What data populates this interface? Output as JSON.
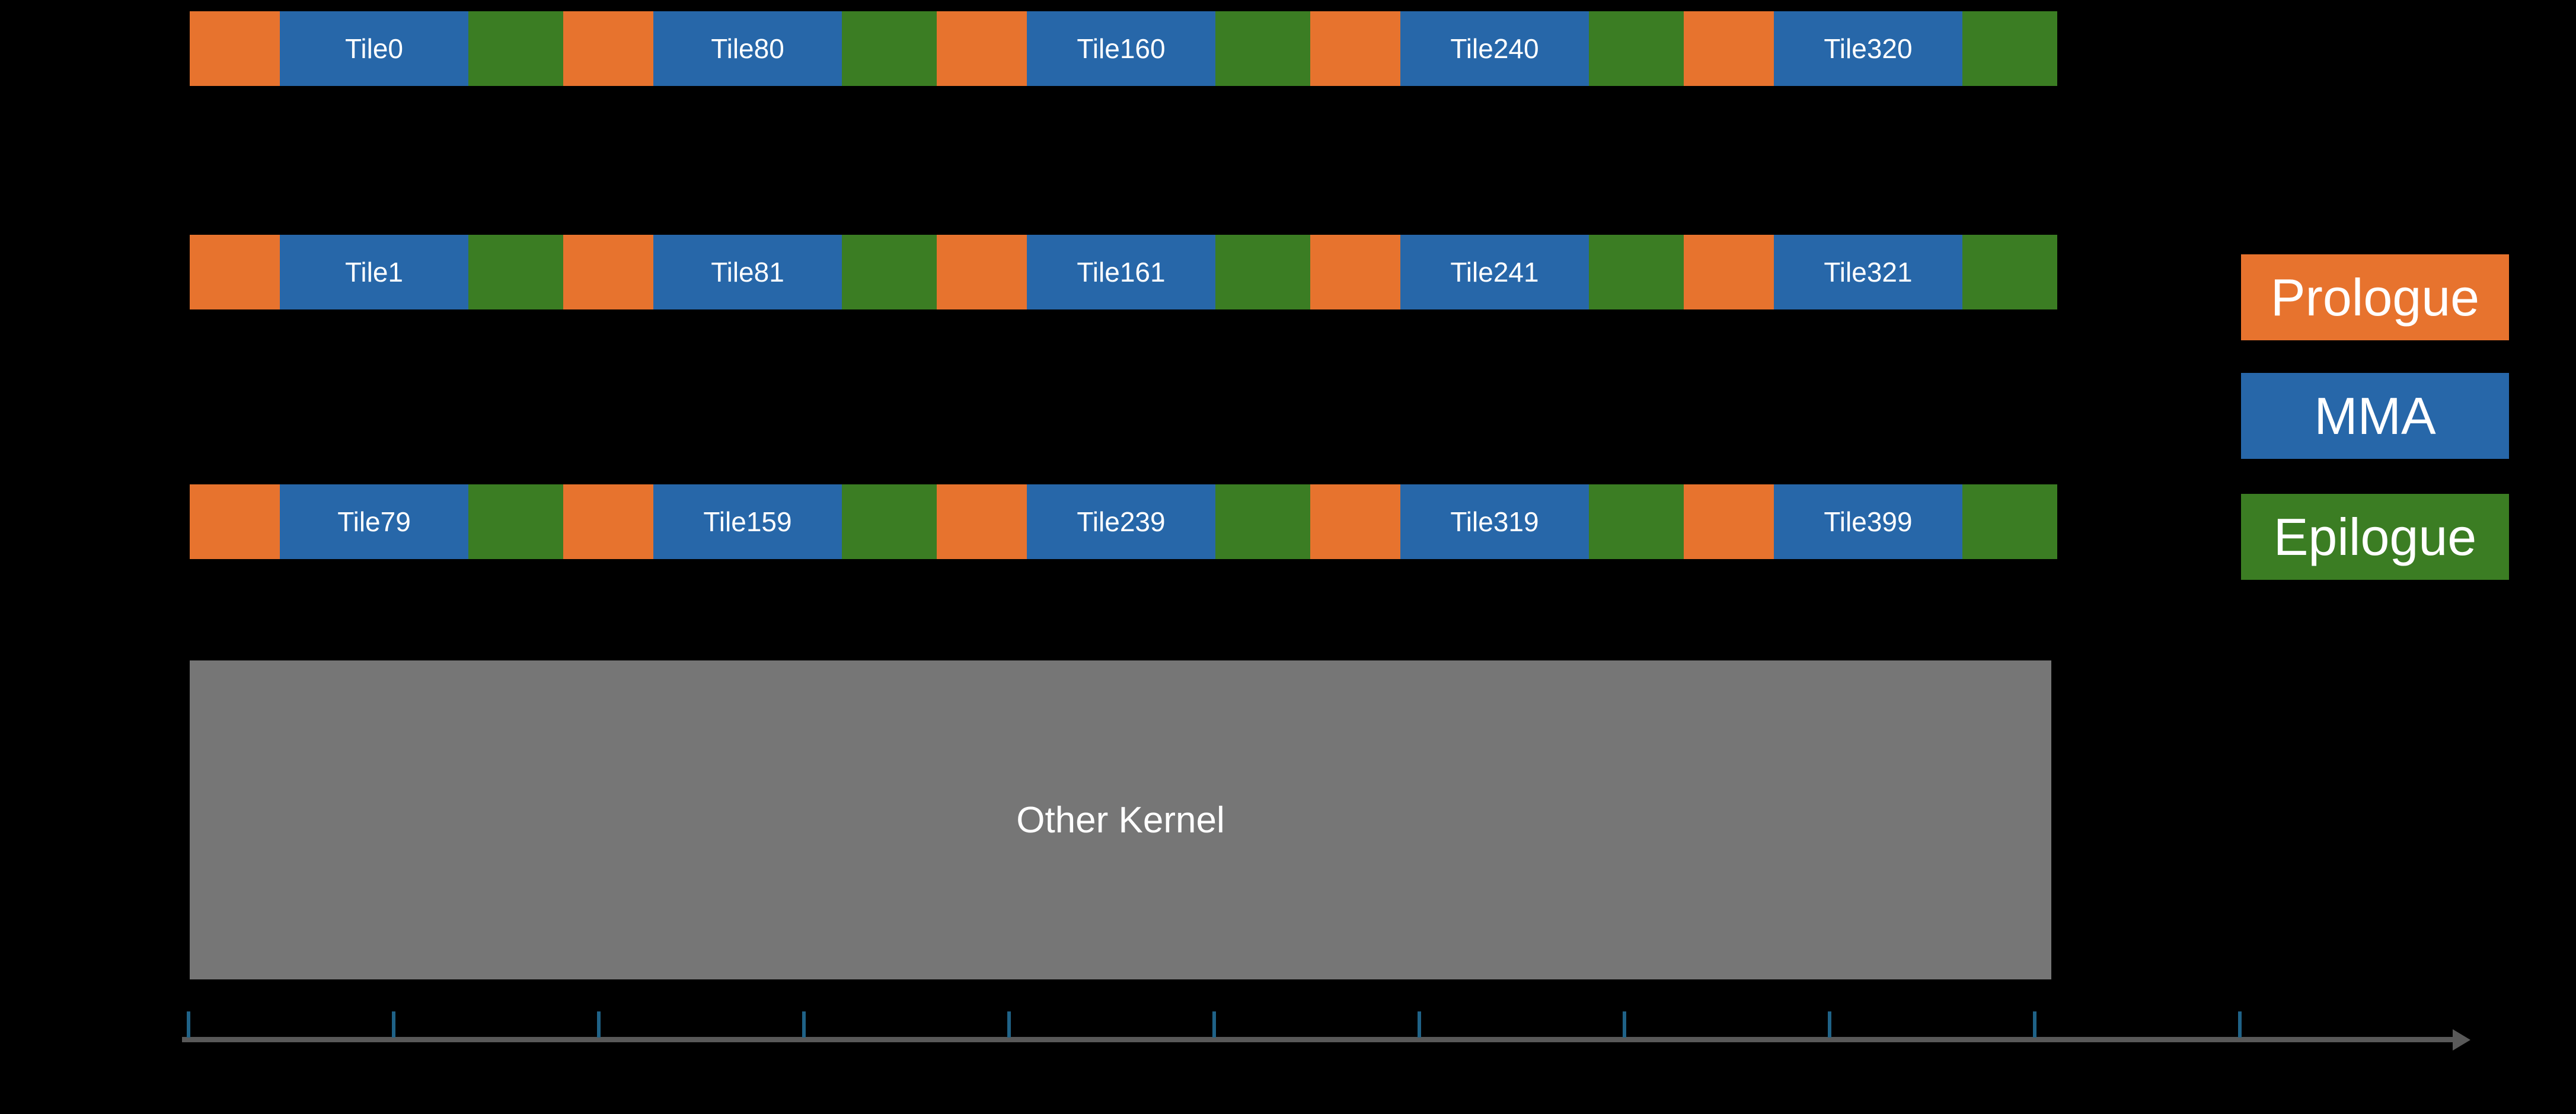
{
  "colors": {
    "background": "#000000",
    "prologue": "#E7732E",
    "mma": "#2767A9",
    "epilogue": "#3B7D23",
    "other_kernel": "#767676",
    "axis_line": "#595959",
    "axis_tick": "#1F6287",
    "tile_text": "#FFFFFF"
  },
  "rows": [
    {
      "tiles": [
        "Tile0",
        "Tile80",
        "Tile160",
        "Tile240",
        "Tile320"
      ]
    },
    {
      "tiles": [
        "Tile1",
        "Tile81",
        "Tile161",
        "Tile241",
        "Tile321"
      ]
    },
    {
      "tiles": [
        "Tile79",
        "Tile159",
        "Tile239",
        "Tile319",
        "Tile399"
      ]
    }
  ],
  "segment_pattern": [
    "prologue",
    "mma",
    "epilogue"
  ],
  "other_kernel": {
    "label": "Other Kernel"
  },
  "legend": [
    {
      "label": "Prologue",
      "color_key": "prologue"
    },
    {
      "label": "MMA",
      "color_key": "mma"
    },
    {
      "label": "Epilogue",
      "color_key": "epilogue"
    }
  ],
  "axis": {
    "tick_count": 11,
    "tick_start_x": 315,
    "tick_spacing": 346
  }
}
